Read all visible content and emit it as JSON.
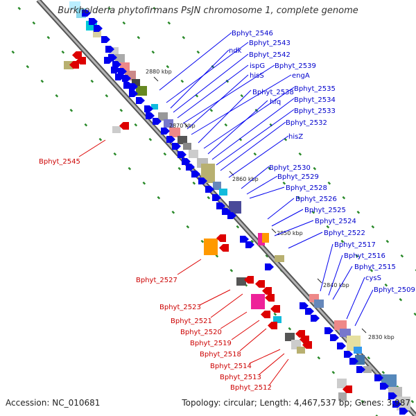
{
  "title": "Burkholderia phytofirmans PsJN chromosome 1, complete genome",
  "accession": "Accession: NC_010681",
  "summary": "Topology: circular; Length: 4,467,537 bp; Genes: 3,987",
  "colors": {
    "backbone": "#7a7a7a",
    "forward_strand": "#0000ee",
    "reverse_strand": "#dd0000",
    "forward_label": "#0000cc",
    "reverse_label": "#cc0000",
    "dots": "#2a8a2a"
  },
  "ticks": [
    "2880 kbp",
    "2870 kbp",
    "2860 kbp",
    "2850 kbp",
    "2840 kbp",
    "2830 kbp"
  ],
  "forward_labels": [
    "Bphyt_2546",
    "Bphyt_2543",
    "ndk",
    "Bphyt_2542",
    "ispG",
    "Bphyt_2539",
    "hisS",
    "engA",
    "Bphyt_2538",
    "Bphyt_2535",
    "hfq",
    "Bphyt_2534",
    "Bphyt_2533",
    "Bphyt_2532",
    "hisZ",
    "Bphyt_2530",
    "Bphyt_2529",
    "Bphyt_2528",
    "Bphyt_2526",
    "Bphyt_2525",
    "Bphyt_2524",
    "Bphyt_2522",
    "Bphyt_2517",
    "Bphyt_2516",
    "Bphyt_2515",
    "cysS",
    "Bphyt_2509"
  ],
  "reverse_labels": [
    "Bphyt_2545",
    "Bphyt_2527",
    "Bphyt_2523",
    "Bphyt_2521",
    "Bphyt_2520",
    "Bphyt_2519",
    "Bphyt_2518",
    "Bphyt_2514",
    "Bphyt_2513",
    "Bphyt_2512"
  ]
}
